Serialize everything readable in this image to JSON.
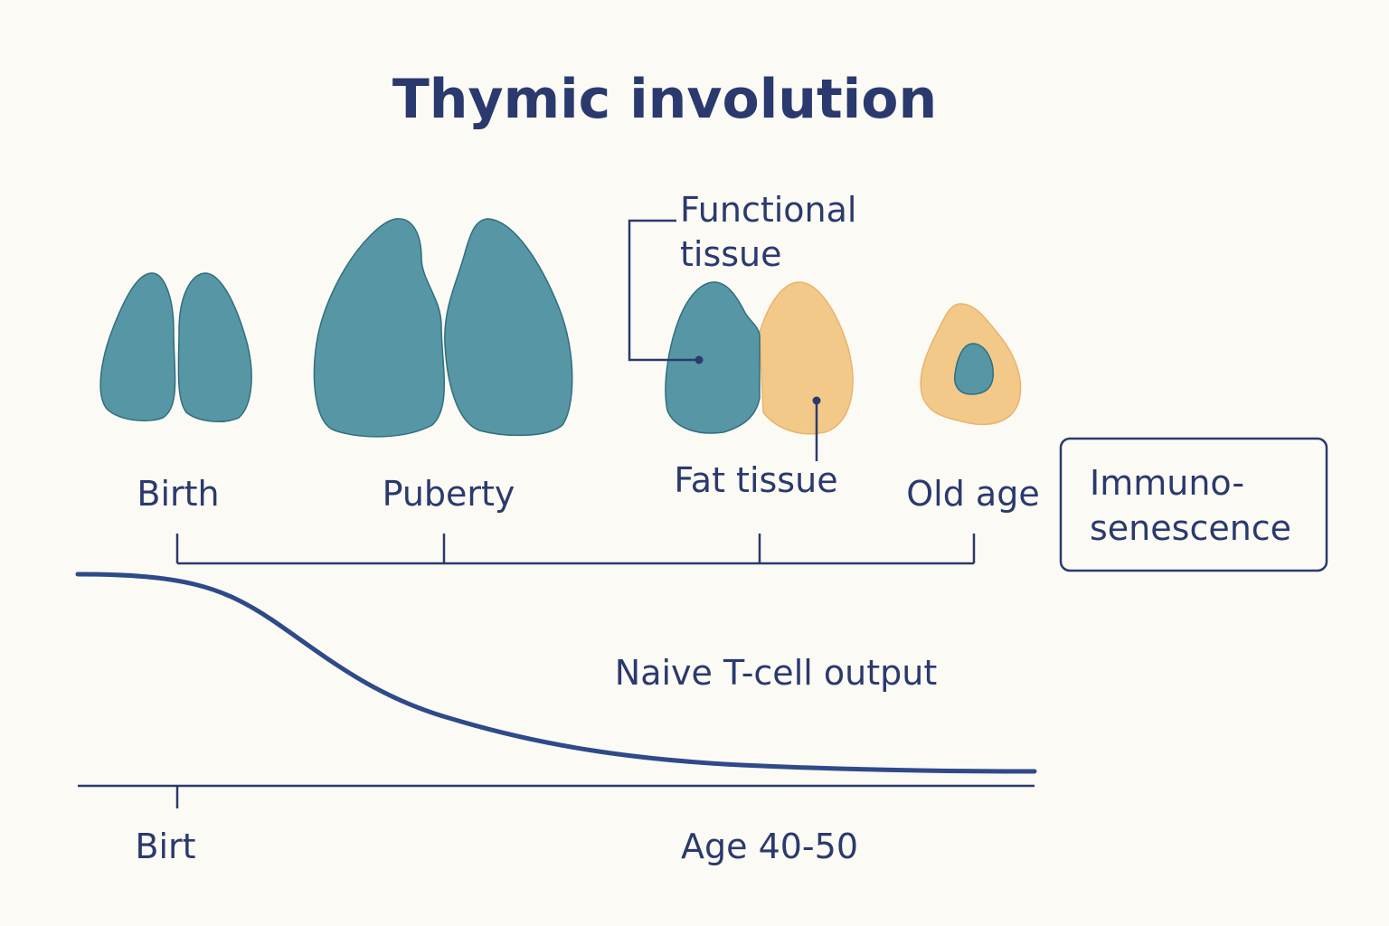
{
  "title": "Thymic involution",
  "stages": {
    "birth": "Birth",
    "puberty": "Puberty",
    "old_age": "Old age"
  },
  "callouts": {
    "functional_tissue_line1": "Functional",
    "functional_tissue_line2": "tissue",
    "fat_tissue": "Fat tissue"
  },
  "immunosenescence": {
    "line1": "Immuno-",
    "line2": "senescence"
  },
  "curve_label": "Naive T-cell output",
  "x_axis": {
    "start_label": "Birt",
    "end_label": "Age 40-50"
  },
  "colors": {
    "background": "#fcfaf4",
    "functional_tissue": "#5796a5",
    "functional_outline": "#2f6f7f",
    "fat_tissue": "#f3c98a",
    "fat_outline": "#e8b46a",
    "ink": "#2a3a6e"
  }
}
